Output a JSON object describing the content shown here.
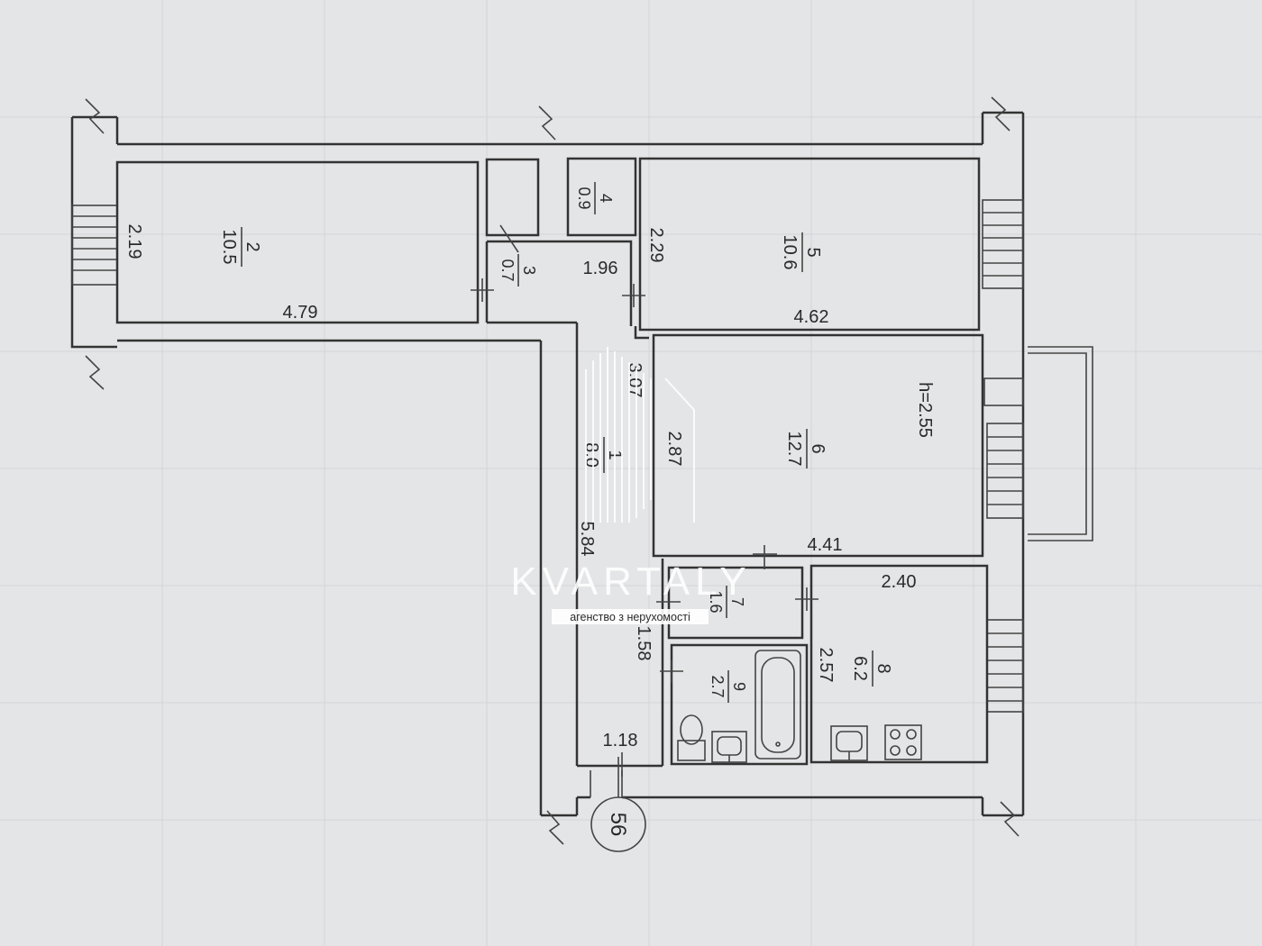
{
  "rooms": [
    {
      "number": "1",
      "area": "8.0"
    },
    {
      "number": "2",
      "area": "10.5"
    },
    {
      "number": "3",
      "area": "0.7"
    },
    {
      "number": "4",
      "area": "0.9"
    },
    {
      "number": "5",
      "area": "10.6"
    },
    {
      "number": "6",
      "area": "12.7"
    },
    {
      "number": "7",
      "area": "1.6"
    },
    {
      "number": "8",
      "area": "6.2"
    },
    {
      "number": "9",
      "area": "2.7"
    }
  ],
  "dimensions": {
    "d219": "2.19",
    "d479": "4.79",
    "d196": "1.96",
    "d229": "2.29",
    "d462": "4.62",
    "d307": "3.07",
    "d287": "2.87",
    "d584": "5.84",
    "d441": "4.41",
    "d240": "2.40",
    "d257": "2.57",
    "d158": "1.58",
    "d118": "1.18"
  },
  "ceiling_height": "h=2.55",
  "apartment_number": "56",
  "watermark": {
    "brand": "KVARTALY",
    "tagline": "агенство з нерухомості"
  }
}
